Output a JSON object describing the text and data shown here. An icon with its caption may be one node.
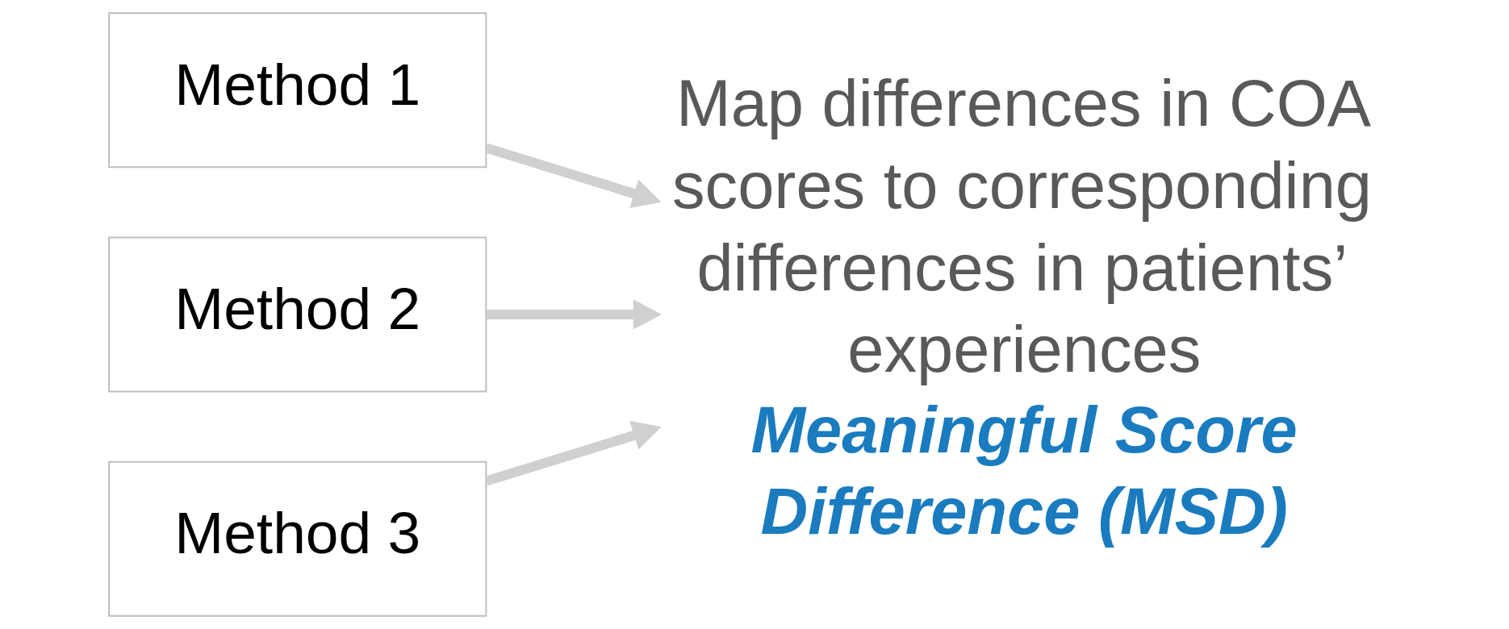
{
  "diagram": {
    "nodes": [
      {
        "text": [
          "Method 1"
        ]
      },
      {
        "text": [
          "Method 2"
        ]
      },
      {
        "text": [
          "Method 3"
        ]
      },
      {
        "text": [
          "Map differences in COA scores to corresponding differences in patients’ experiences",
          "Meaningful Score Difference (MSD)"
        ]
      }
    ],
    "edges": [
      {
        "from": 0,
        "to": 3,
        "arrow": "to"
      },
      {
        "from": 1,
        "to": 3,
        "arrow": "to"
      },
      {
        "from": 2,
        "to": 3,
        "arrow": "to"
      }
    ]
  }
}
